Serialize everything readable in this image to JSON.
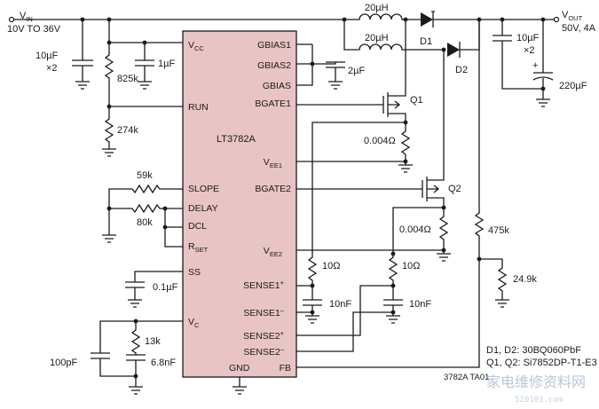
{
  "input": {
    "vin_label": "V",
    "vin_sub": "IN",
    "vin_range": "10V TO 36V"
  },
  "output": {
    "vout_label": "V",
    "vout_sub": "OUT",
    "vout_value": "50V, 4A"
  },
  "ic": {
    "name": "LT3782A",
    "pins_left": [
      {
        "id": "vcc",
        "label": "V",
        "sub": "CC"
      },
      {
        "id": "run",
        "label": "RUN"
      },
      {
        "id": "slope",
        "label": "SLOPE"
      },
      {
        "id": "delay",
        "label": "DELAY"
      },
      {
        "id": "dcl",
        "label": "DCL"
      },
      {
        "id": "rset",
        "label": "R",
        "sub": "SET"
      },
      {
        "id": "ss",
        "label": "SS"
      },
      {
        "id": "vc",
        "label": "V",
        "sub": "C"
      }
    ],
    "pins_right": [
      {
        "id": "gbias1",
        "label": "GBIAS1"
      },
      {
        "id": "gbias2",
        "label": "GBIAS2"
      },
      {
        "id": "gbias",
        "label": "GBIAS"
      },
      {
        "id": "bgate1",
        "label": "BGATE1"
      },
      {
        "id": "vee1",
        "label": "V",
        "sub": "EE1"
      },
      {
        "id": "bgate2",
        "label": "BGATE2"
      },
      {
        "id": "vee2",
        "label": "V",
        "sub": "EE2"
      },
      {
        "id": "sense1p",
        "label": "SENSE1",
        "sup": "+"
      },
      {
        "id": "sense1m",
        "label": "SENSE1",
        "sup": "–"
      },
      {
        "id": "sense2p",
        "label": "SENSE2",
        "sup": "+"
      },
      {
        "id": "sense2m",
        "label": "SENSE2",
        "sup": "–"
      },
      {
        "id": "fb",
        "label": "FB"
      }
    ],
    "pin_bottom": {
      "id": "gnd",
      "label": "GND"
    }
  },
  "components": {
    "c_in": "10µF",
    "c_in_qty": "×2",
    "r_825k": "825k",
    "c_1uf": "1µF",
    "r_274k": "274k",
    "r_59k": "59k",
    "r_80k": "80k",
    "c_ss": "0.1µF",
    "r_13k": "13k",
    "c_100pf": "100pF",
    "c_6n8": "6.8nF",
    "c_2uf": "2µF",
    "l1": "20µH",
    "l2": "20µH",
    "d1": "D1",
    "d2": "D2",
    "q1": "Q1",
    "q2": "Q2",
    "rs1": "0.004Ω",
    "rs2": "0.004Ω",
    "r_10a": "10Ω",
    "r_10b": "10Ω",
    "c_10na": "10nF",
    "c_10nb": "10nF",
    "c_out": "10µF",
    "c_out_qty": "×2",
    "c_out_plus": "+",
    "c_bulk": "220µF",
    "r_475k": "475k",
    "r_24k9": "24.9k"
  },
  "notes": {
    "line1": "D1, D2: 30BQ060PbF",
    "line2": "Q1, Q2: Si7852DP-T1-E3",
    "figure_id": "3782A TA01"
  },
  "watermark": {
    "text": "家电维修资料网",
    "url": "520101.com"
  }
}
